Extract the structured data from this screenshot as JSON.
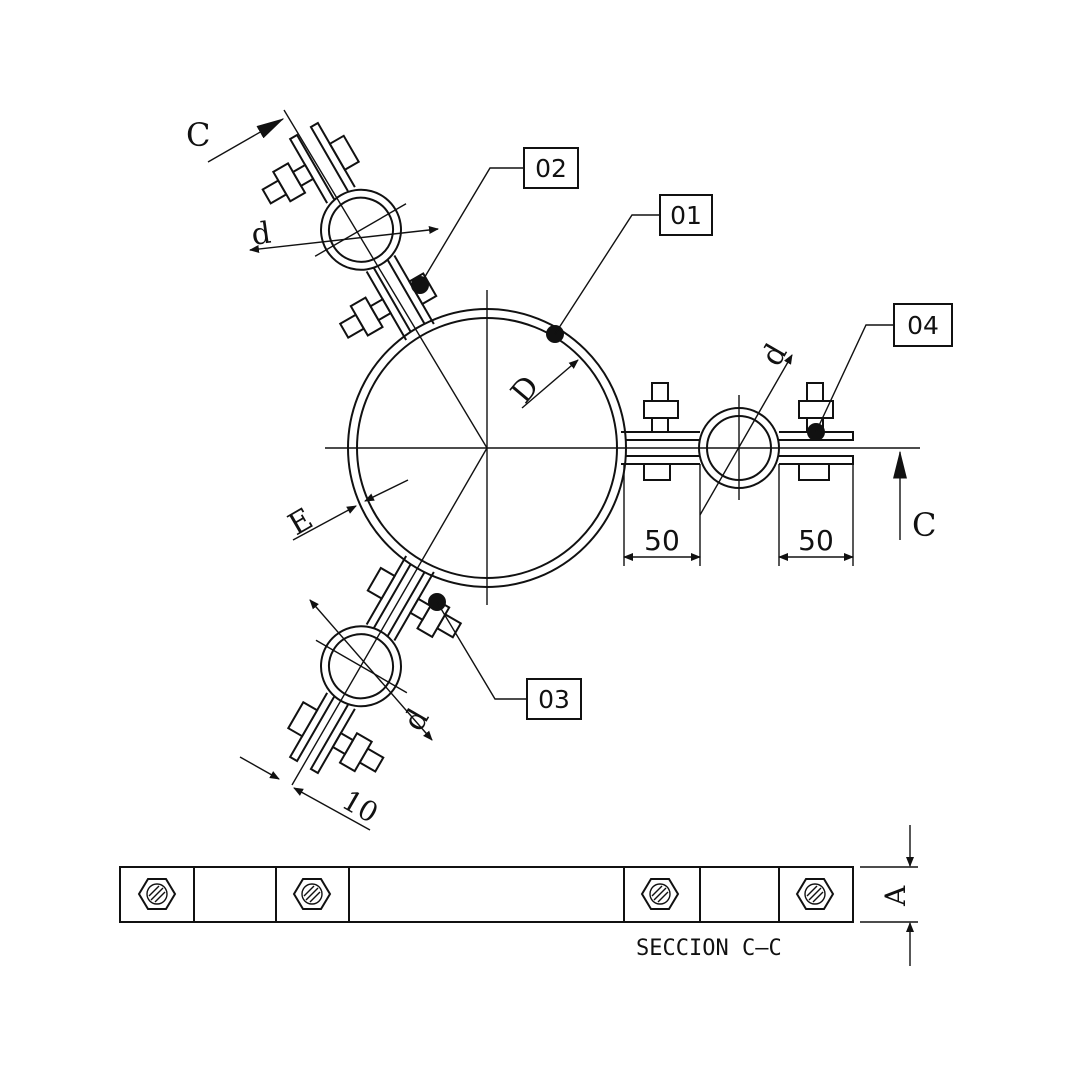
{
  "parts": [
    "01",
    "02",
    "03",
    "04"
  ],
  "dimensions": {
    "left": "50",
    "right": "50",
    "plate": "10"
  },
  "symbols": {
    "big_diameter": "D",
    "small_diameter": "d",
    "thickness": "E",
    "height": "A",
    "cut": "C"
  },
  "section_title": "SECCION C–C"
}
